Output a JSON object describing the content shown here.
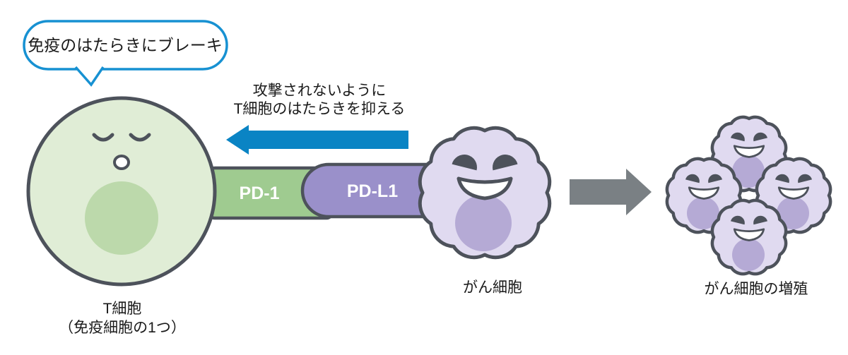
{
  "colors": {
    "outline": "#4D525B",
    "tcell_fill": "#E0EDD6",
    "tcell_nucleus": "#BCD9AB",
    "cancer_fill": "#E0DAF0",
    "cancer_nucleus": "#B5AAD5",
    "pd1_green": "#9FCB90",
    "pdl1_purple": "#9A90CA",
    "arrow_blue": "#0A84C4",
    "bubble_blue": "#1791D2",
    "arrow_gray": "#7A8084",
    "text": "#1A1A1A"
  },
  "speech_bubble": {
    "text": "免疫のはたらきにブレーキ"
  },
  "inhibit_arrow": {
    "line1": "攻撃されないように",
    "line2": "T細胞のはたらきを抑える"
  },
  "receptors": {
    "pd1": "PD-1",
    "pdl1": "PD-L1"
  },
  "labels": {
    "t_cell_line1": "T細胞",
    "t_cell_line2": "（免疫細胞の1つ）",
    "cancer_cell": "がん細胞",
    "proliferation": "がん細胞の増殖"
  }
}
